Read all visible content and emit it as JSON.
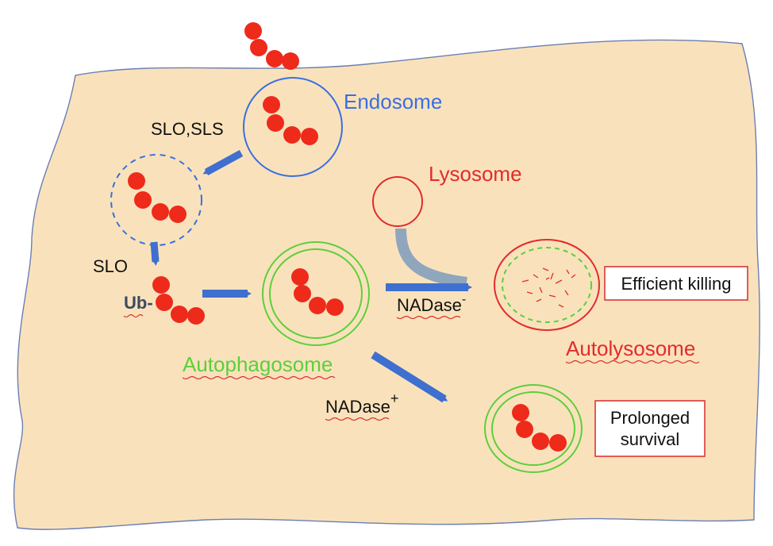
{
  "labels": {
    "endosome": "Endosome",
    "lysosome": "Lysosome",
    "slo_sls": "SLO,SLS",
    "slo": "SLO",
    "ub": "Ub-",
    "nadase_minus_base": "NADase",
    "nadase_minus_sup": "-",
    "nadase_plus_base": "NADase",
    "nadase_plus_sup": "+",
    "autophagosome": "Autophagosome",
    "autolysosome": "Autolysosome",
    "efficient_killing": "Efficient killing",
    "prolonged_survival_line1": "Prolonged",
    "prolonged_survival_line2": "survival"
  },
  "colors": {
    "cell_fill": "#f9e2bb",
    "cell_outline": "#6b7fb5",
    "bacteria": "#ee2a1b",
    "endosome": "#3a6fe0",
    "lysosome": "#e32b2b",
    "autophagosome": "#5ccf3d",
    "arrow": "#3f6fcf",
    "fusion_arrow": "#8fa6bd",
    "outcome_box": "#d92a2a"
  }
}
